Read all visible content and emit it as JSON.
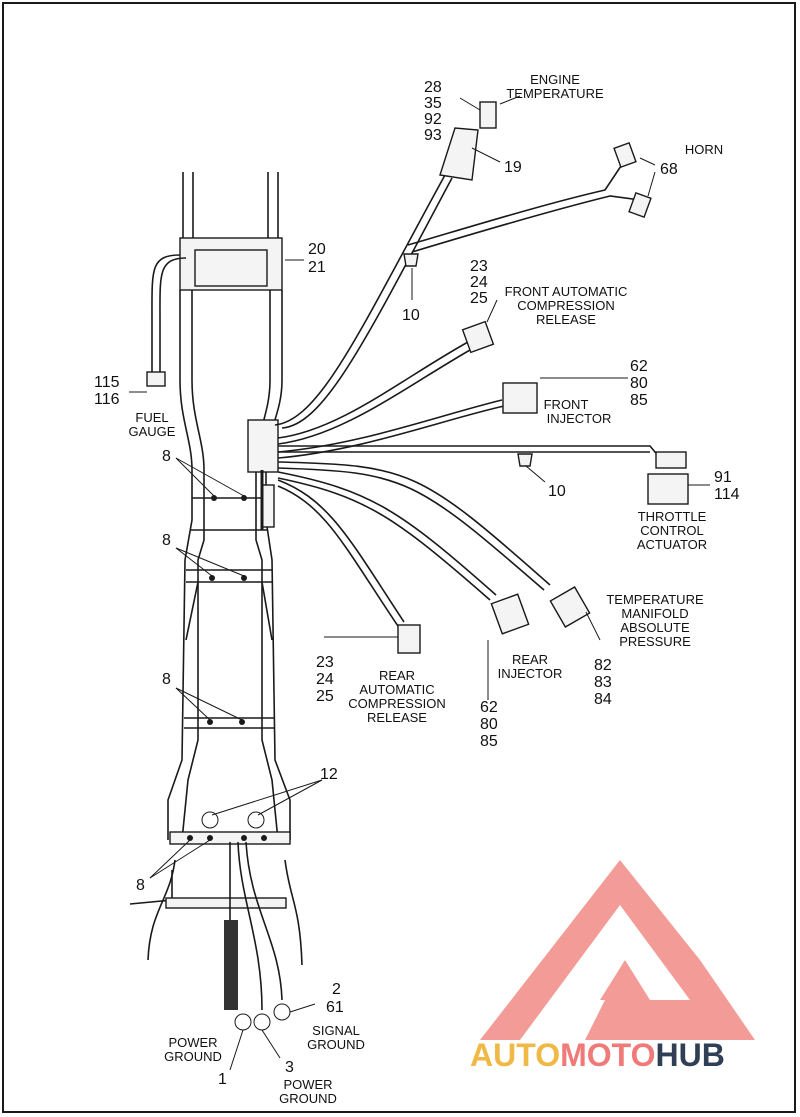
{
  "callouts": {
    "engine_temp_nums": [
      "28",
      "35",
      "92",
      "93"
    ],
    "engine_temp_label": [
      "ENGINE",
      "TEMPERATURE"
    ],
    "horn_label": "HORN",
    "horn_num": "68",
    "n19": "19",
    "frame_nums": [
      "20",
      "21"
    ],
    "clip_top_num": "10",
    "front_acr_nums": [
      "23",
      "24",
      "25"
    ],
    "front_acr_label": [
      "FRONT AUTOMATIC",
      "COMPRESSION",
      "RELEASE"
    ],
    "front_inj_nums": [
      "62",
      "80",
      "85"
    ],
    "front_inj_label": [
      "FRONT",
      "INJECTOR"
    ],
    "fuel_nums": [
      "115",
      "116"
    ],
    "fuel_label": [
      "FUEL",
      "GAUGE"
    ],
    "clip_mid_num": "10",
    "tca_nums": [
      "91",
      "114"
    ],
    "tca_label": [
      "THROTTLE",
      "CONTROL",
      "ACTUATOR"
    ],
    "tmap_label": [
      "TEMPERATURE",
      "MANIFOLD",
      "ABSOLUTE",
      "PRESSURE"
    ],
    "tmap_nums": [
      "82",
      "83",
      "84"
    ],
    "rear_inj_label": [
      "REAR",
      "INJECTOR"
    ],
    "rear_inj_nums": [
      "62",
      "80",
      "85"
    ],
    "rear_acr_nums": [
      "23",
      "24",
      "25"
    ],
    "rear_acr_label": [
      "REAR",
      "AUTOMATIC",
      "COMPRESSION",
      "RELEASE"
    ],
    "clip8_a": "8",
    "clip8_b": "8",
    "clip8_c": "8",
    "clip8_d": "8",
    "n12": "12",
    "signal_nums": [
      "2",
      "61"
    ],
    "signal_label": [
      "SIGNAL",
      "GROUND"
    ],
    "power_ground_1_label": [
      "POWER",
      "GROUND"
    ],
    "n1": "1",
    "n3": "3",
    "power_ground_3_label": [
      "POWER",
      "GROUND"
    ]
  },
  "watermark": {
    "text_parts": [
      "AUTO",
      "MOTO",
      "HUB"
    ],
    "colors": {
      "auto": "#f0b845",
      "moto": "#f07a78",
      "hub": "#2f3f55",
      "logo": "#f08a86"
    }
  }
}
